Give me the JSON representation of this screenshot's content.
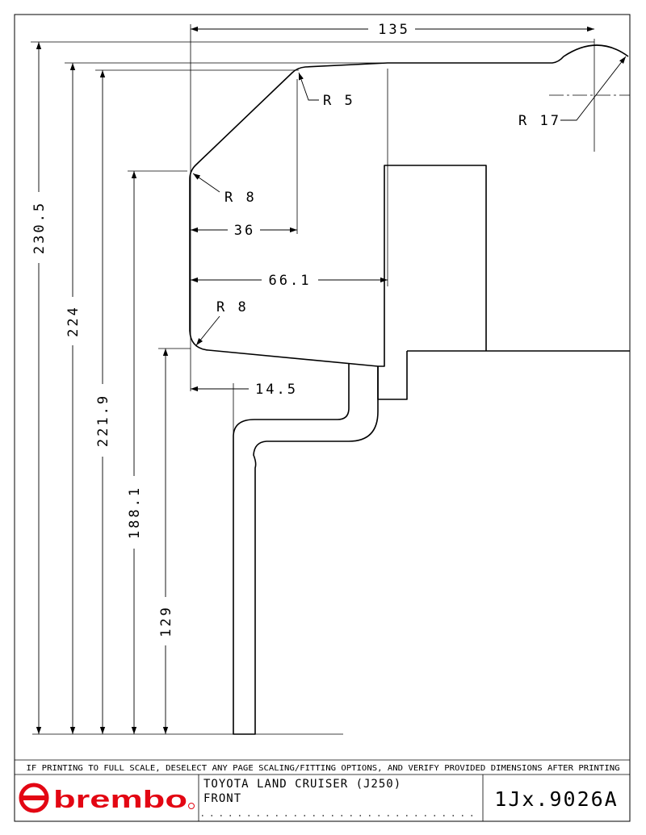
{
  "drawing": {
    "dimensions": {
      "overall_width": "135",
      "radius_top_inner": "R 5",
      "radius_top_outer": "R 17",
      "radius_upper_corner": "R 8",
      "width_36": "36",
      "width_66": "66.1",
      "radius_lower_corner": "R 8",
      "offset_14": "14.5",
      "height_230": "230.5",
      "height_224": "224",
      "height_221": "221.9",
      "height_188": "188.1",
      "height_129": "129"
    }
  },
  "footer": {
    "notice": "IF PRINTING TO FULL SCALE, DESELECT ANY PAGE SCALING/FITTING OPTIONS, AND VERIFY PROVIDED DIMENSIONS AFTER PRINTING",
    "brand": "brembo",
    "vehicle": "TOYOTA LAND CRUISER (J250)",
    "position": "FRONT",
    "part_code": "1Jx.9026A"
  },
  "colors": {
    "brand_red": "#e30613",
    "line": "#000000"
  }
}
